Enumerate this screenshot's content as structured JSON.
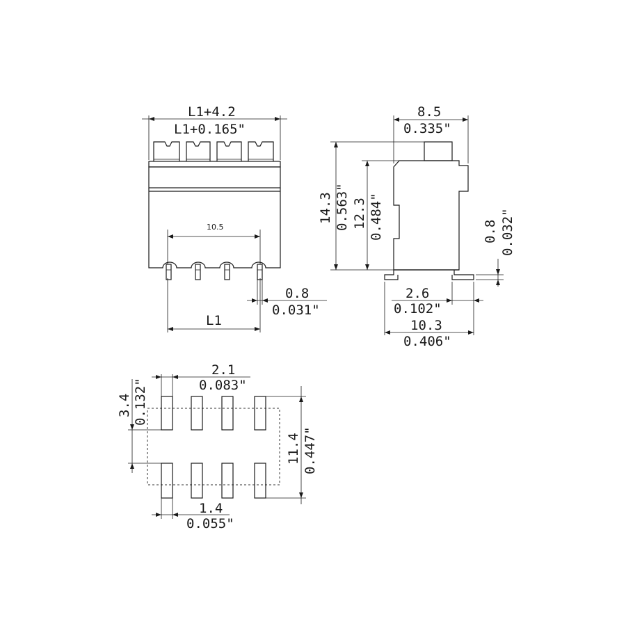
{
  "front_view": {
    "overall_mm": "L1+4.2",
    "overall_in": "L1+0.165\"",
    "inner_pitch": "10.5",
    "pin_offset_mm": "0.8",
    "pin_offset_in": "0.031\"",
    "l1": "L1"
  },
  "side_view": {
    "top_mm": "8.5",
    "top_in": "0.335\"",
    "height_mm": "14.3",
    "height_in": "0.563\"",
    "body_mm": "12.3",
    "body_in": "0.484\"",
    "foot_mm": "0.8",
    "foot_in": "0.032\"",
    "lead_mm": "2.6",
    "lead_in": "0.102\"",
    "base_mm": "10.3",
    "base_in": "0.406\""
  },
  "footprint": {
    "pitch_mm": "2.1",
    "pitch_in": "0.083\"",
    "pad_len_mm": "3.4",
    "pad_len_in": "0.132\"",
    "span_mm": "11.4",
    "span_in": "0.447\"",
    "pad_w_mm": "1.4",
    "pad_w_in": "0.055\""
  }
}
